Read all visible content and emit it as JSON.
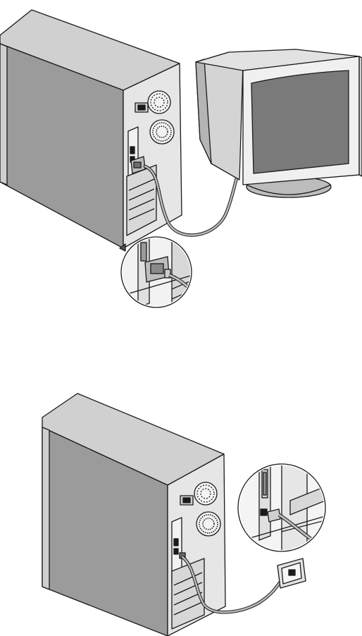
{
  "figure": {
    "panels": [
      {
        "id": "monitor-connection",
        "depicts": [
          "tower-pc",
          "crt-monitor",
          "vga-cable",
          "zoom-inset"
        ]
      },
      {
        "id": "network-connection",
        "depicts": [
          "tower-pc",
          "rj45-wall-jack",
          "network-cable",
          "zoom-inset"
        ]
      }
    ],
    "colors": {
      "outline": "#1a1a1a",
      "side_panel": "#9b9b9b",
      "top_panel": "#d0d0d0",
      "rear_panel": "#e6e6e6",
      "screen": "#7a7a7a",
      "cable": "#bdbdbd"
    },
    "icons": [
      "power-socket-icon",
      "fan-grille-icon",
      "vga-connector-icon",
      "rj45-jack-icon"
    ]
  }
}
